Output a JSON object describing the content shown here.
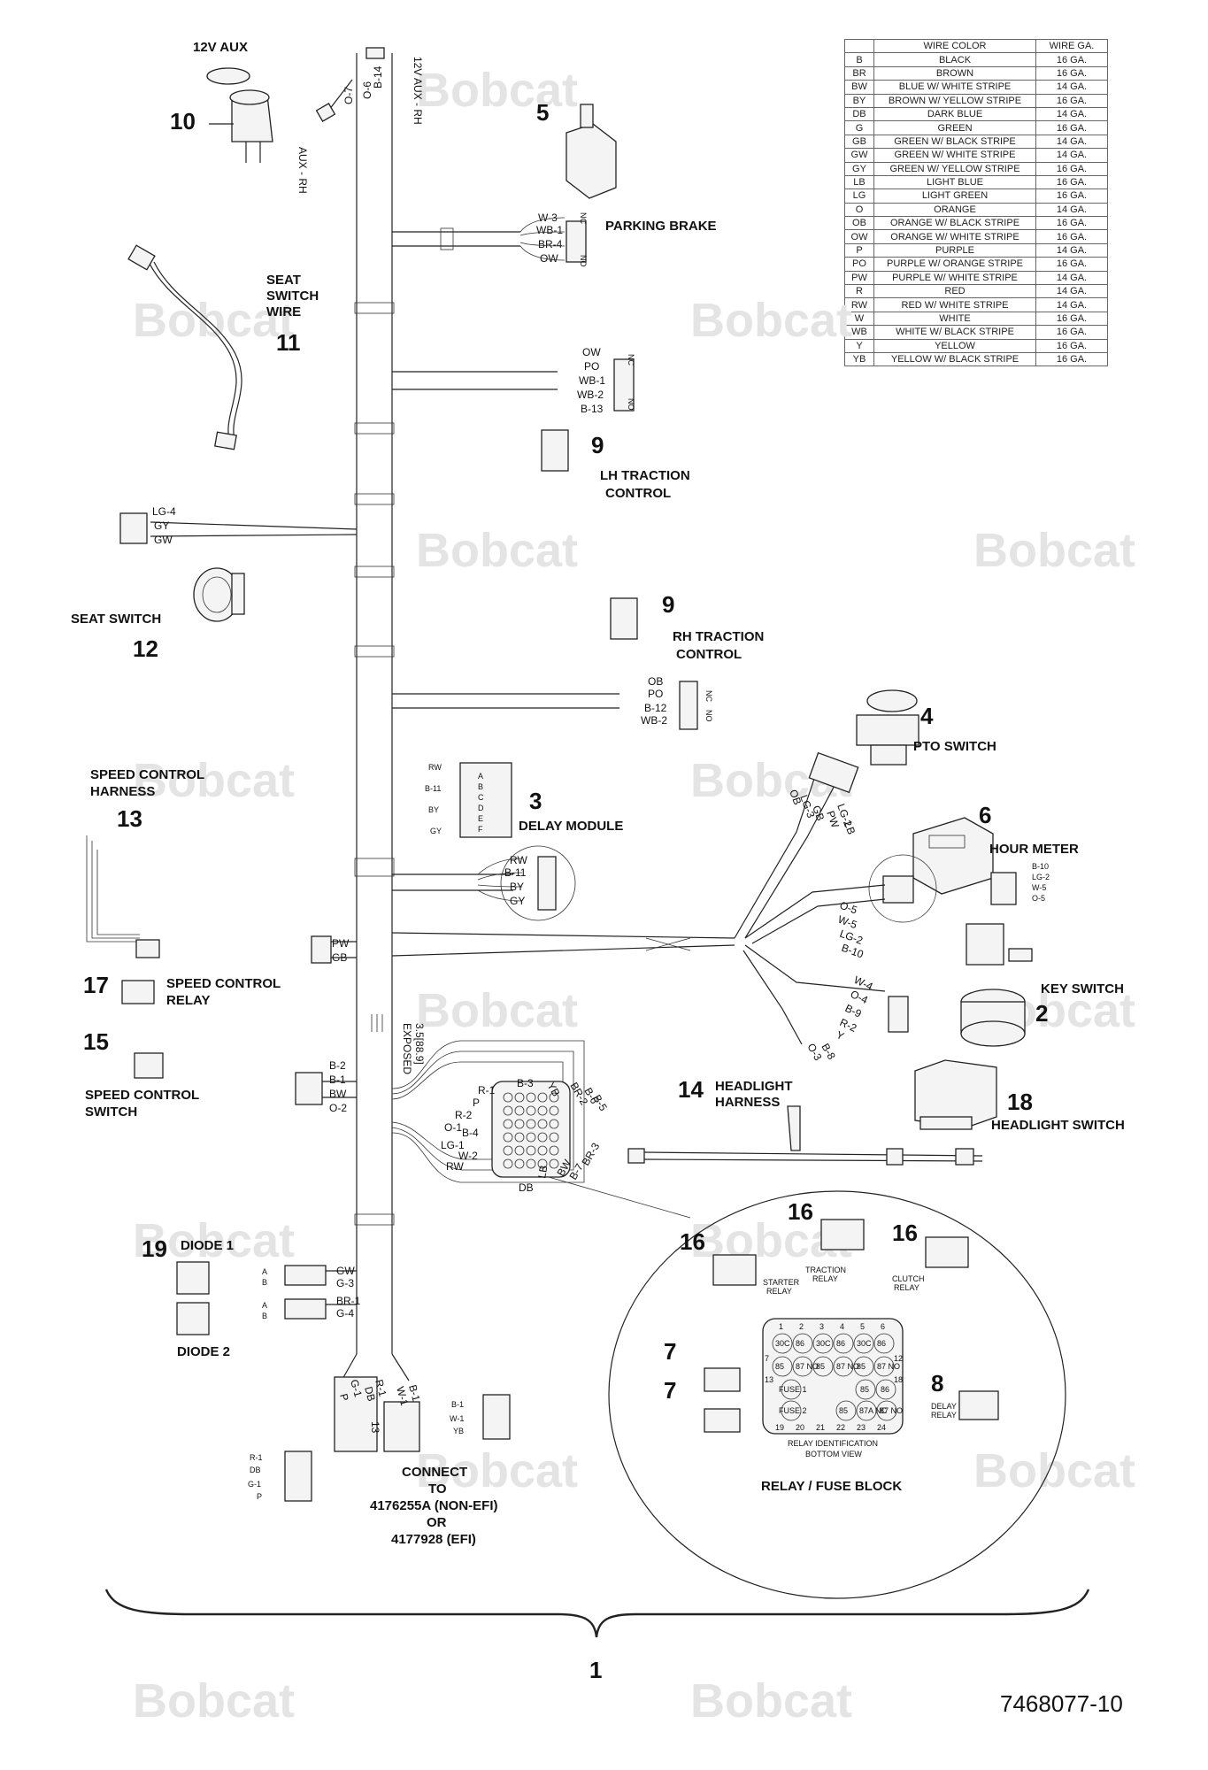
{
  "table": {
    "header_color": "WIRE COLOR",
    "header_ga": "WIRE GA.",
    "rows": [
      {
        "code": "B",
        "color": "BLACK",
        "ga": "16 GA."
      },
      {
        "code": "BR",
        "color": "BROWN",
        "ga": "16 GA."
      },
      {
        "code": "BW",
        "color": "BLUE W/ WHITE STRIPE",
        "ga": "14 GA."
      },
      {
        "code": "BY",
        "color": "BROWN W/ YELLOW STRIPE",
        "ga": "16 GA."
      },
      {
        "code": "DB",
        "color": "DARK BLUE",
        "ga": "14 GA."
      },
      {
        "code": "G",
        "color": "GREEN",
        "ga": "16 GA."
      },
      {
        "code": "GB",
        "color": "GREEN W/ BLACK STRIPE",
        "ga": "14 GA."
      },
      {
        "code": "GW",
        "color": "GREEN W/ WHITE STRIPE",
        "ga": "14 GA."
      },
      {
        "code": "GY",
        "color": "GREEN W/ YELLOW STRIPE",
        "ga": "16 GA."
      },
      {
        "code": "LB",
        "color": "LIGHT BLUE",
        "ga": "16 GA."
      },
      {
        "code": "LG",
        "color": "LIGHT GREEN",
        "ga": "16 GA."
      },
      {
        "code": "O",
        "color": "ORANGE",
        "ga": "14 GA."
      },
      {
        "code": "OB",
        "color": "ORANGE W/ BLACK STRIPE",
        "ga": "16 GA."
      },
      {
        "code": "OW",
        "color": "ORANGE W/ WHITE STRIPE",
        "ga": "16 GA."
      },
      {
        "code": "P",
        "color": "PURPLE",
        "ga": "14 GA."
      },
      {
        "code": "PO",
        "color": "PURPLE W/ ORANGE STRIPE",
        "ga": "16 GA."
      },
      {
        "code": "PW",
        "color": "PURPLE W/ WHITE STRIPE",
        "ga": "14 GA."
      },
      {
        "code": "R",
        "color": "RED",
        "ga": "14 GA."
      },
      {
        "code": "RW",
        "color": "RED W/ WHITE STRIPE",
        "ga": "14 GA."
      },
      {
        "code": "W",
        "color": "WHITE",
        "ga": "16 GA."
      },
      {
        "code": "WB",
        "color": "WHITE W/ BLACK STRIPE",
        "ga": "16 GA."
      },
      {
        "code": "Y",
        "color": "YELLOW",
        "ga": "16 GA."
      },
      {
        "code": "YB",
        "color": "YELLOW W/ BLACK STRIPE",
        "ga": "16 GA."
      }
    ]
  },
  "watermark": "Bobcat",
  "part_number": "7468077-10",
  "assembly_number": "1",
  "components": {
    "aux12v": {
      "label": "12V AUX",
      "num": "10"
    },
    "parking_brake": {
      "label": "PARKING BRAKE",
      "num": "5"
    },
    "seat_switch_wire": {
      "label_line1": "SEAT",
      "label_line2": "SWITCH",
      "label_line3": "WIRE",
      "num": "11"
    },
    "lh_traction": {
      "label_line1": "LH TRACTION",
      "label_line2": "CONTROL",
      "num": "9"
    },
    "rh_traction": {
      "label_line1": "RH TRACTION",
      "label_line2": "CONTROL",
      "num": "9"
    },
    "seat_switch": {
      "label": "SEAT SWITCH",
      "num": "12"
    },
    "pto_switch": {
      "label": "PTO SWITCH",
      "num": "4"
    },
    "hour_meter": {
      "label": "HOUR METER",
      "num": "6"
    },
    "delay_module": {
      "label": "DELAY MODULE",
      "num": "3"
    },
    "speed_control_harness": {
      "label_line1": "SPEED CONTROL",
      "label_line2": "HARNESS",
      "num": "13"
    },
    "speed_control_relay": {
      "label_line1": "SPEED CONTROL",
      "label_line2": "RELAY",
      "num": "17"
    },
    "speed_control_switch": {
      "label_line1": "SPEED CONTROL",
      "label_line2": "SWITCH",
      "num": "15"
    },
    "key_switch": {
      "label": "KEY SWITCH",
      "num": "2"
    },
    "headlight_harness": {
      "label_line1": "HEADLIGHT",
      "label_line2": "HARNESS",
      "num": "14"
    },
    "headlight_switch": {
      "label": "HEADLIGHT SWITCH",
      "num": "18"
    },
    "diode1": {
      "label": "DIODE 1",
      "num": "19"
    },
    "diode2": {
      "label": "DIODE 2"
    },
    "connect": {
      "line1": "CONNECT",
      "line2": "TO",
      "line3": "4176255A (NON-EFI)",
      "line4": "OR",
      "line5": "4177928 (EFI)"
    },
    "relay_block": {
      "title": "RELAY / FUSE BLOCK",
      "sub1": "RELAY IDENTIFICATION",
      "sub2": "BOTTOM VIEW",
      "num16a": "16",
      "num16b": "16",
      "num16c": "16",
      "num7a": "7",
      "num7b": "7",
      "num8": "8",
      "starter_relay_l1": "STARTER",
      "starter_relay_l2": "RELAY",
      "traction_relay_l1": "TRACTION",
      "traction_relay_l2": "RELAY",
      "clutch_relay_l1": "CLUTCH",
      "clutch_relay_l2": "RELAY",
      "delay_relay_l1": "DELAY",
      "delay_relay_l2": "RELAY",
      "fuse1": "FUSE 1",
      "fuse2": "FUSE 2",
      "top_nums": [
        "1",
        "2",
        "3",
        "4",
        "5",
        "6"
      ],
      "bottom_nums": [
        "19",
        "20",
        "21",
        "22",
        "23",
        "24"
      ],
      "left_nums": [
        "7",
        "13"
      ],
      "right_nums": [
        "12",
        "18"
      ],
      "cells_row1": [
        "30C",
        "86",
        "30C",
        "86",
        "30C",
        "86"
      ],
      "cells_row2": [
        "85",
        "87 NO",
        "85",
        "87 NO",
        "85",
        "87 NO"
      ],
      "cells_row3": [
        "85",
        "86"
      ],
      "cells_row4": [
        "85",
        "87A NC",
        "87 NO"
      ]
    }
  },
  "wires": {
    "aux": [
      "B-14",
      "O-6",
      "O-7"
    ],
    "aux_side": "12V AUX - RH",
    "aux_rh": "AUX - RH",
    "parking_brake": [
      "W-3",
      "WB-1",
      "BR-4",
      "OW"
    ],
    "parking_nc": "NC",
    "parking_no": "NO",
    "lh": [
      "OW",
      "PO",
      "WB-1",
      "WB-2",
      "B-13"
    ],
    "lh_nc": "NC",
    "lh_no": "NO",
    "seat": [
      "LG-4",
      "GY",
      "GW"
    ],
    "rh": [
      "OB",
      "PO",
      "B-12",
      "WB-2"
    ],
    "rh_nc": "NC",
    "rh_no": "NO",
    "delay_module_pins": [
      "RW",
      "B-11",
      "BY",
      "GY"
    ],
    "delay_pins_letters": [
      "A",
      "B",
      "C",
      "D",
      "E",
      "F"
    ],
    "delay_conn": [
      "RW",
      "B-11",
      "BY",
      "GY"
    ],
    "pto": [
      "LG-2",
      "PW",
      "GB",
      "LG-3",
      "OB",
      "LB"
    ],
    "hour_meter": [
      "O-5",
      "W-5",
      "LG-2",
      "B-10"
    ],
    "hour_meter_small": [
      "B-10",
      "LG-2",
      "W-5",
      "O-5"
    ],
    "key": [
      "W-4",
      "O-4",
      "B-9",
      "R-2",
      "Y"
    ],
    "key_bottom": [
      "B-8",
      "O-3"
    ],
    "pw_gb": [
      "PW",
      "GB"
    ],
    "exposed_l1": "3.5[88.9]",
    "exposed_l2": "EXPOSED",
    "speed_switch": [
      "B-2",
      "B-1",
      "BW",
      "O-2"
    ],
    "main_left": [
      "R-1",
      "P",
      "R-2",
      "O-1",
      "B-4",
      "LG-1",
      "W-2",
      "RW"
    ],
    "main_top": [
      "B-3",
      "YB",
      "BR-2",
      "B-6",
      "B-5"
    ],
    "main_bottom": [
      "DB",
      "LB",
      "BW",
      "B-7",
      "BR-3"
    ],
    "diodes": [
      "GW",
      "G-3",
      "BR-1",
      "G-4"
    ],
    "diode_ab": [
      "A",
      "B"
    ],
    "bottom_conn1": [
      "B-1",
      "W-1",
      "YB"
    ],
    "bottom_conn2": [
      "R-1",
      "DB",
      "G-1",
      "P"
    ],
    "harness_bottom": [
      "G-1",
      "DB",
      "P",
      "R-1",
      "W-1",
      "B-1",
      "13"
    ]
  }
}
